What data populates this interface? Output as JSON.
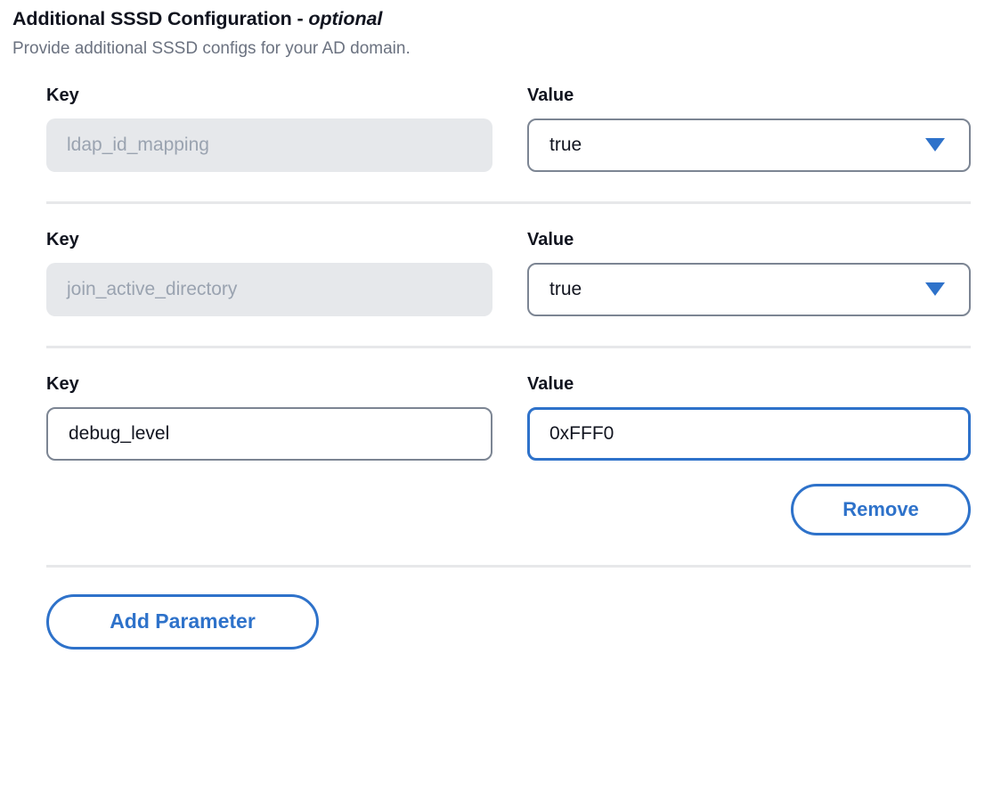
{
  "section": {
    "title_main": "Additional SSSD Configuration - ",
    "title_optional": "optional",
    "description": "Provide additional SSSD configs for your AD domain."
  },
  "labels": {
    "key": "Key",
    "value": "Value"
  },
  "rows": [
    {
      "key_label": "Key",
      "key_value": "ldap_id_mapping",
      "key_state": "disabled",
      "value_label": "Value",
      "value_value": "true",
      "value_control": "select",
      "value_state": "normal"
    },
    {
      "key_label": "Key",
      "key_value": "join_active_directory",
      "key_state": "disabled",
      "value_label": "Value",
      "value_value": "true",
      "value_control": "select",
      "value_state": "normal"
    },
    {
      "key_label": "Key",
      "key_value": "debug_level",
      "key_state": "editable",
      "value_label": "Value",
      "value_value": "0xFFF0",
      "value_control": "text",
      "value_state": "focused"
    }
  ],
  "buttons": {
    "remove": "Remove",
    "add_parameter": "Add Parameter"
  },
  "icons": {
    "dropdown": "chevron-down-icon"
  },
  "colors": {
    "accent_blue": "#2e72ca",
    "text_dark": "#11141f",
    "text_muted": "#6b7280",
    "disabled_bg": "#e6e8eb",
    "disabled_text": "#9aa3b0",
    "border_grey": "#7c8593",
    "divider": "#e7e8ea"
  }
}
